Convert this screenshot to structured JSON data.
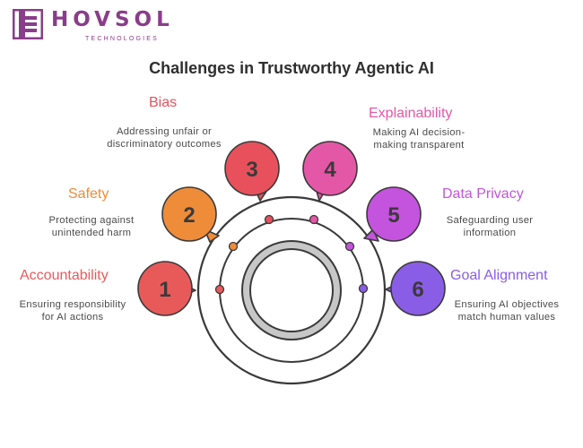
{
  "brand": {
    "name": "HOVSOL",
    "subtitle": "TECHNOLOGIES",
    "color": "#8a3d8a"
  },
  "title": "Challenges in Trustworthy Agentic AI",
  "challenges": [
    {
      "number": "1",
      "label": "Accountability",
      "description": "Ensuring responsibility for AI actions",
      "color": "#e85a5a"
    },
    {
      "number": "2",
      "label": "Safety",
      "description": "Protecting against unintended harm",
      "color": "#ee8c3a"
    },
    {
      "number": "3",
      "label": "Bias",
      "description": "Addressing unfair or discriminatory outcomes",
      "color": "#e8515c"
    },
    {
      "number": "4",
      "label": "Explainability",
      "description": "Making AI decision-making transparent",
      "color": "#e457a6"
    },
    {
      "number": "5",
      "label": "Data Privacy",
      "description": "Safeguarding user information",
      "color": "#c453dd"
    },
    {
      "number": "6",
      "label": "Goal Alignment",
      "description": "Ensuring AI objectives match human values",
      "color": "#8a5de6"
    }
  ]
}
